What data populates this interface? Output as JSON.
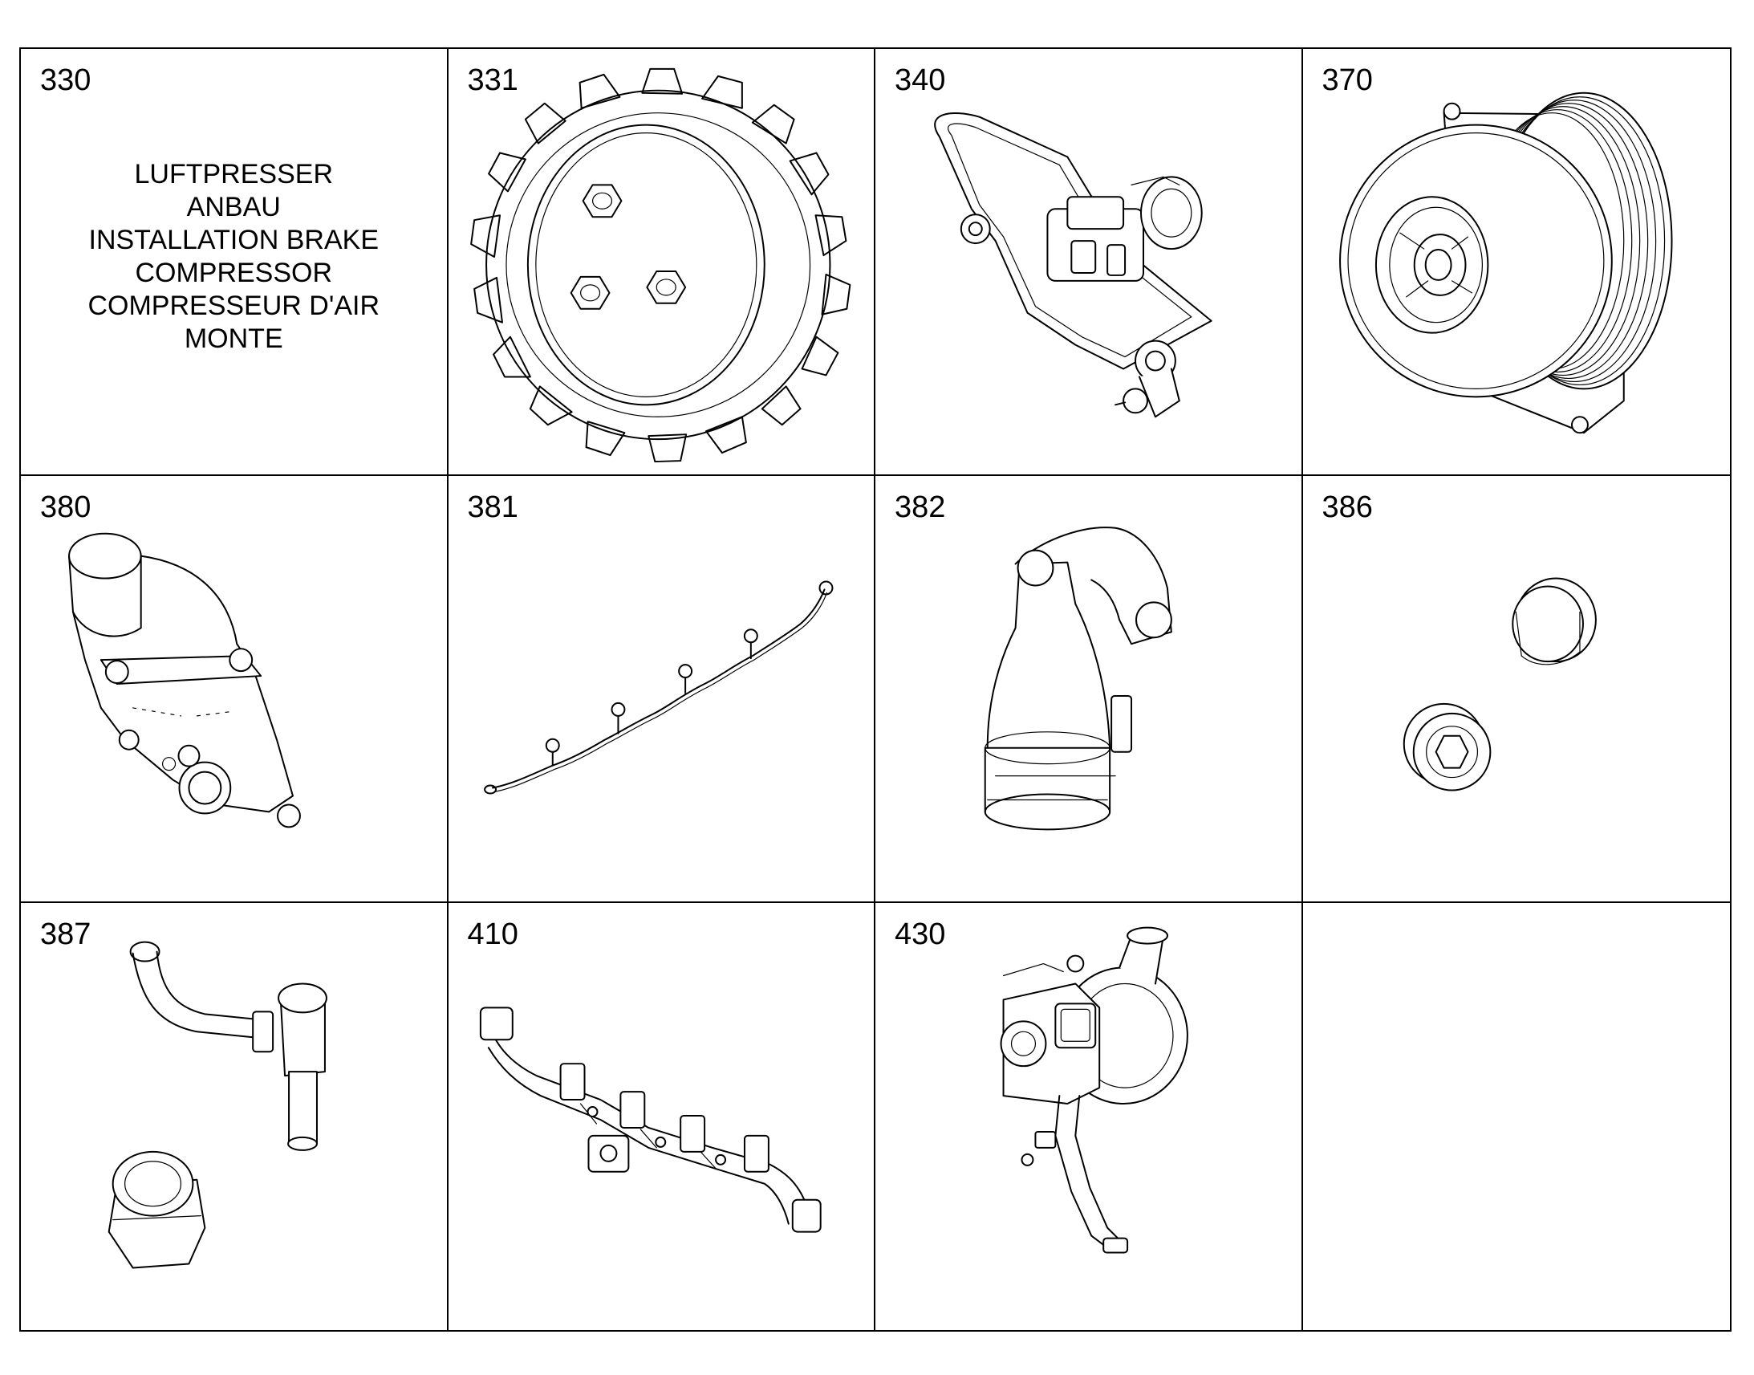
{
  "cells": [
    {
      "number": "330",
      "description": [
        "LUFTPRESSER",
        "ANBAU",
        "INSTALLATION BRAKE",
        "COMPRESSOR",
        "COMPRESSEUR D'AIR",
        "MONTE"
      ],
      "icon": "text-only"
    },
    {
      "number": "331",
      "icon": "helical-gear-icon"
    },
    {
      "number": "340",
      "icon": "belt-drive-compressor-icon"
    },
    {
      "number": "370",
      "icon": "water-pump-pulley-icon"
    },
    {
      "number": "380",
      "icon": "thermostat-housing-icon"
    },
    {
      "number": "381",
      "icon": "wiring-harness-icon"
    },
    {
      "number": "382",
      "icon": "elbow-pipe-icon"
    },
    {
      "number": "386",
      "icon": "plug-fittings-icon"
    },
    {
      "number": "387",
      "icon": "pipe-fitting-icon"
    },
    {
      "number": "410",
      "icon": "exhaust-manifold-icon"
    },
    {
      "number": "430",
      "icon": "turbocharger-icon"
    },
    {
      "number": "",
      "icon": "empty"
    }
  ]
}
